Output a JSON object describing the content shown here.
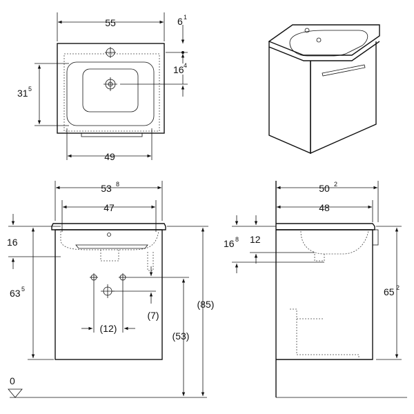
{
  "top_view": {
    "width": "55",
    "offset": "6",
    "offset_sup": "1",
    "drain_offset": "16",
    "drain_offset_sup": "4",
    "depth": "31",
    "depth_sup": "5",
    "cabinet_width": "49"
  },
  "front_view": {
    "overall_width": "53",
    "overall_width_sup": "8",
    "inner_width": "47",
    "top_thickness": "16",
    "cabinet_height": "63",
    "cabinet_height_sup": "5",
    "pipe_spacing": "(12)",
    "pipe_offset": "(7)",
    "outlet_height": "(53)",
    "total_height": "(85)",
    "floor_level": "0"
  },
  "side_view": {
    "overall_depth": "50",
    "overall_depth_sup": "2",
    "inner_depth": "48",
    "drain_depth": "16",
    "drain_depth_sup": "8",
    "rim_offset": "12",
    "cabinet_height": "65",
    "cabinet_height_sup": "2"
  },
  "colors": {
    "ink": "#111111",
    "background": "#ffffff"
  }
}
